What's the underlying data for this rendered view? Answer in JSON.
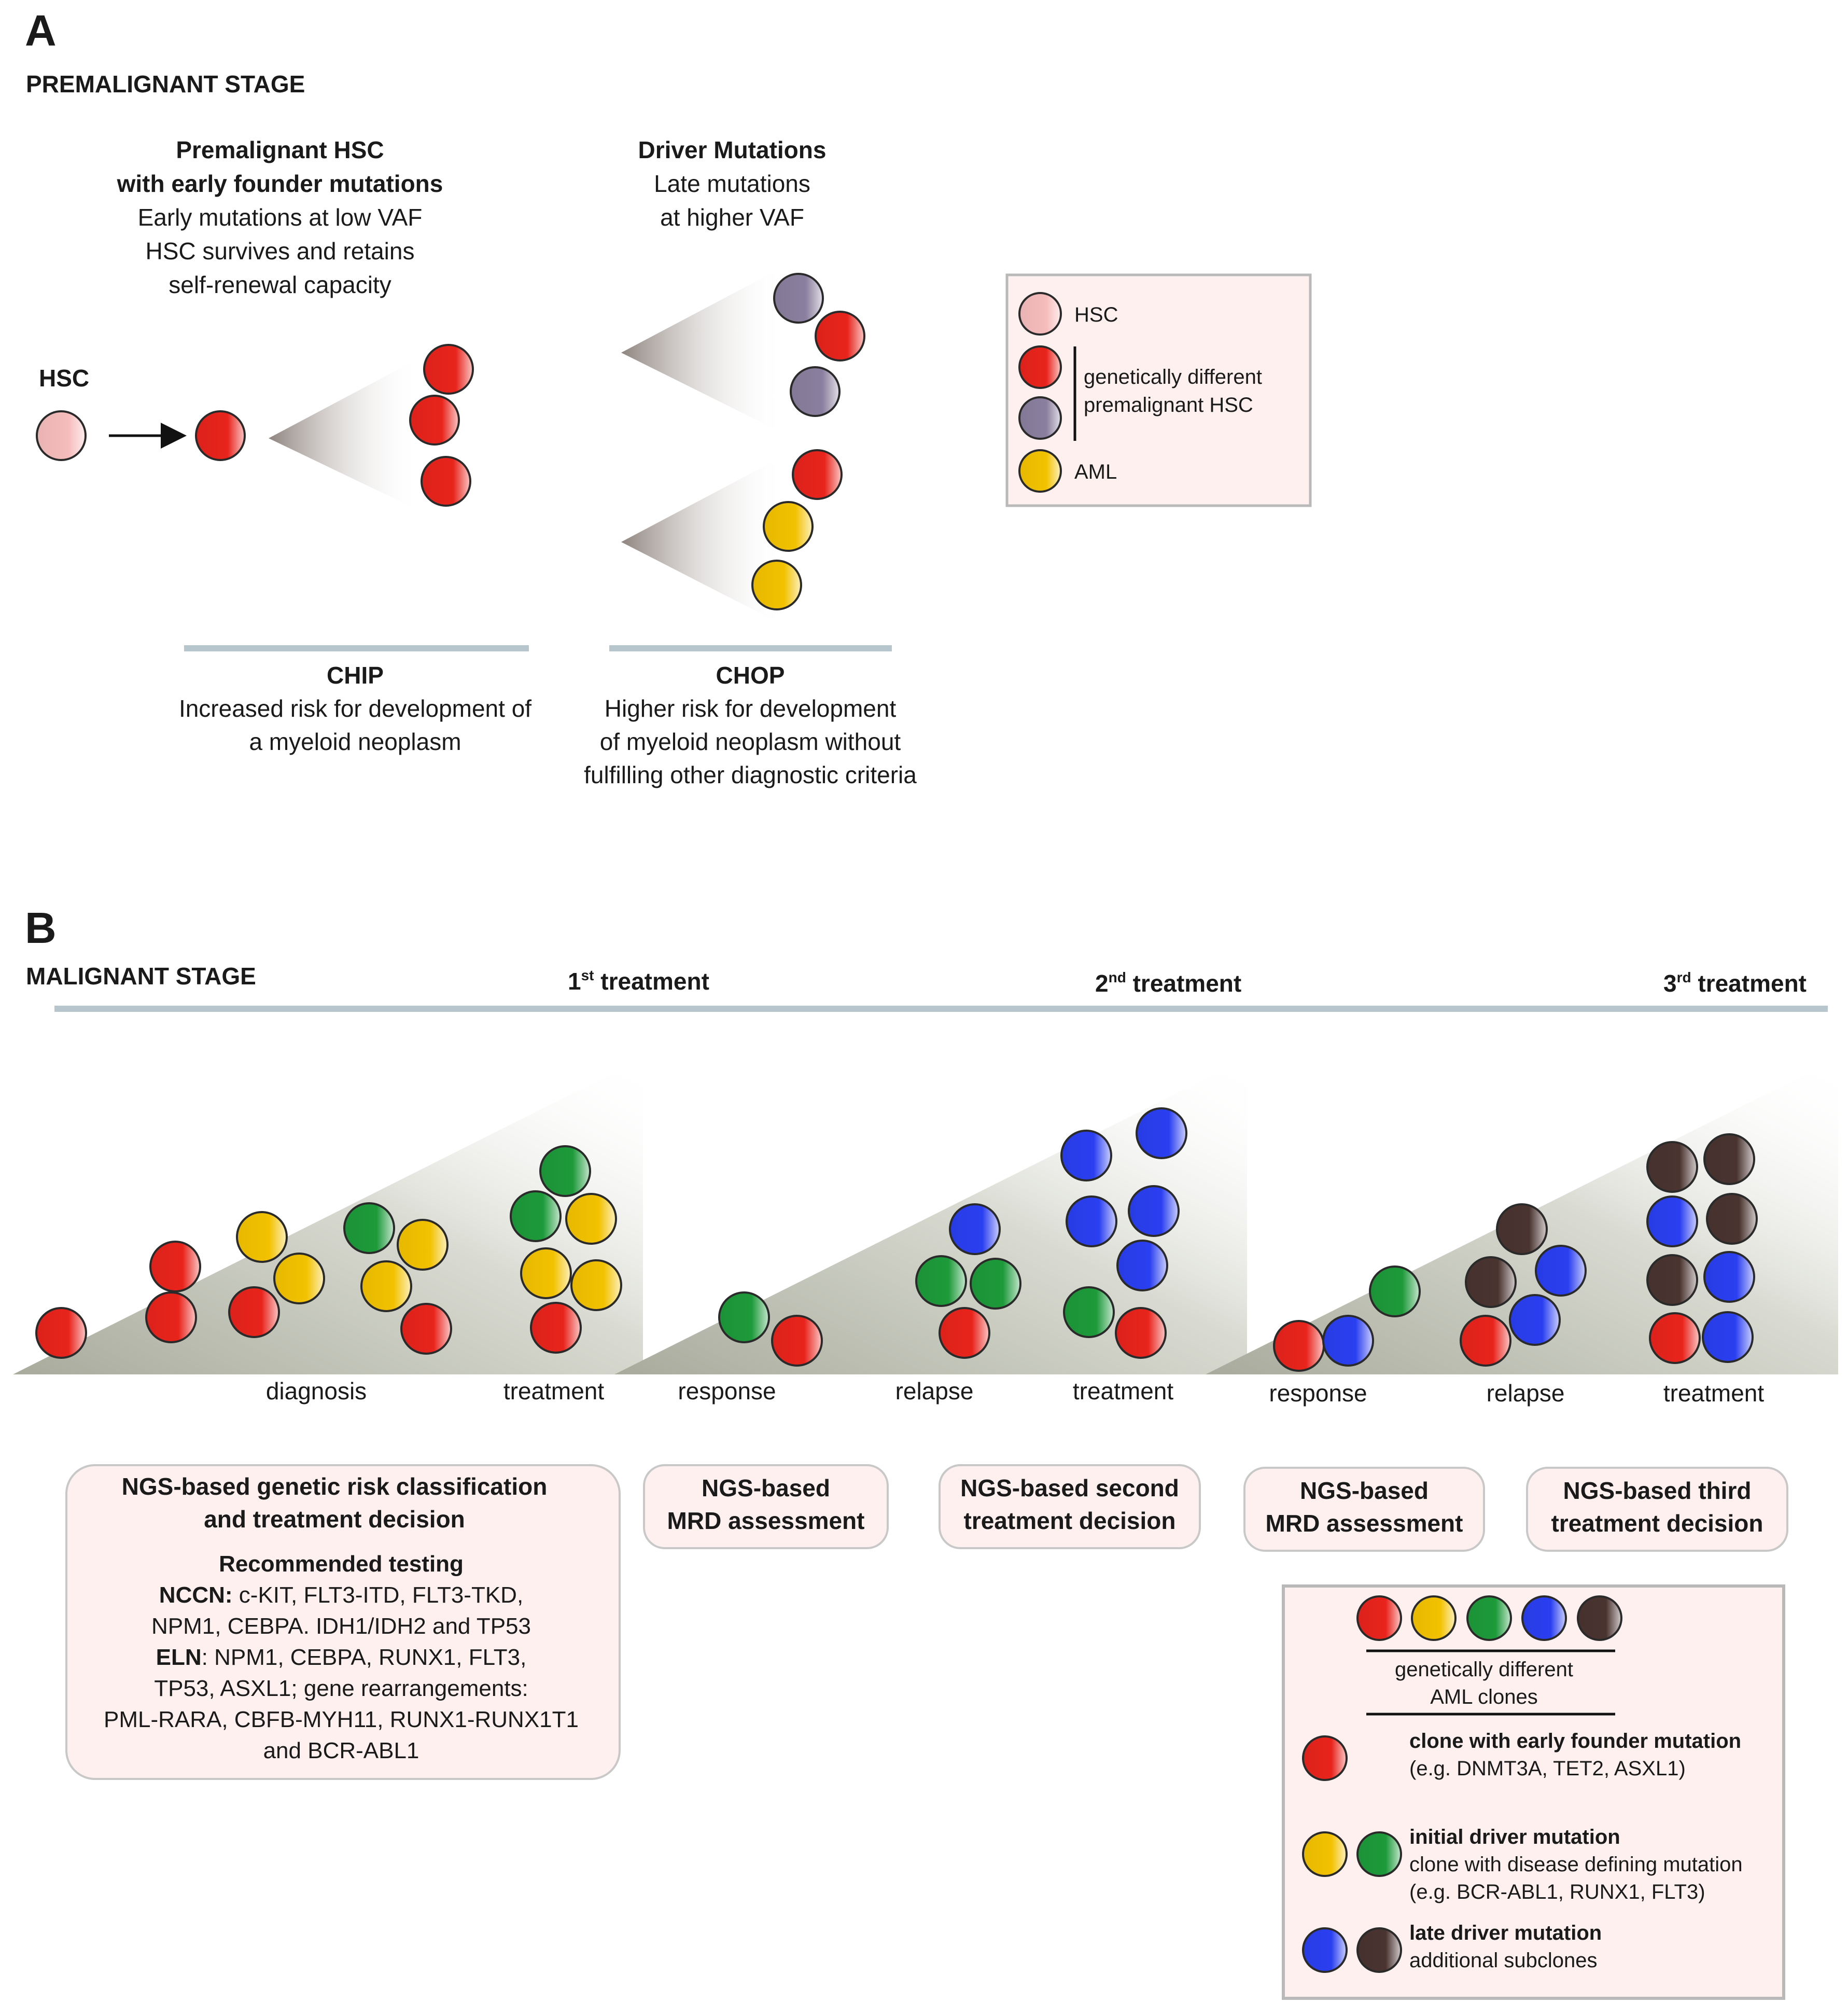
{
  "colors": {
    "hsc": "#f6bcbc",
    "red": "#e8241c",
    "purple": "#8a7f9e",
    "yellow": "#f2c200",
    "green": "#1d9a3a",
    "blue": "#2a3ff0",
    "brown": "#4a3430",
    "box_fill": "#fdf0ee",
    "box_stroke": "#b9b9b9",
    "rule": "#b7c6cc"
  },
  "panel_a": {
    "letter": "A",
    "stage": "PREMALIGNANT STAGE",
    "hsc_label": "HSC",
    "founder": {
      "title1": "Premalignant HSC",
      "title2": "with early founder mutations",
      "line1": "Early mutations at low VAF",
      "line2": "HSC survives and retains",
      "line3": "self-renewal capacity"
    },
    "driver": {
      "title": "Driver Mutations",
      "line1": "Late mutations",
      "line2": "at higher VAF"
    },
    "chip": {
      "title": "CHIP",
      "line1": "Increased risk for development of",
      "line2": "a myeloid neoplasm"
    },
    "chop": {
      "title": "CHOP",
      "line1": "Higher risk for development",
      "line2": "of myeloid neoplasm without",
      "line3": "fulfilling other diagnostic criteria"
    },
    "legend": {
      "hsc": "HSC",
      "premalignant1": "genetically different",
      "premalignant2": "premalignant HSC",
      "aml": "AML"
    }
  },
  "panel_b": {
    "letter": "B",
    "stage": "MALIGNANT STAGE",
    "treatments": [
      {
        "ordinal": "1",
        "sup": "st",
        "word": " treatment"
      },
      {
        "ordinal": "2",
        "sup": "nd",
        "word": " treatment"
      },
      {
        "ordinal": "3",
        "sup": "rd",
        "word": " treatment"
      }
    ],
    "phase_labels": [
      "diagnosis",
      "treatment",
      "response",
      "relapse",
      "treatment",
      "response",
      "relapse",
      "treatment"
    ],
    "box1": {
      "title1": "NGS-based genetic risk classification",
      "title2": "and treatment decision",
      "subtitle": "Recommended testing",
      "nccn_label": "NCCN:",
      "nccn_line1": " c-KIT, FLT3-ITD, FLT3-TKD,",
      "nccn_line2": "NPM1, CEBPA. IDH1/IDH2 and TP53",
      "eln_label": "ELN",
      "eln_line1": ": NPM1, CEBPA, RUNX1, FLT3,",
      "eln_line2": "TP53,  ASXL1; gene rearrangements:",
      "eln_line3": "PML-RARA, CBFB-MYH11, RUNX1-RUNX1T1",
      "eln_line4": "and BCR-ABL1"
    },
    "box2": {
      "line1": "NGS-based",
      "line2": "MRD assessment"
    },
    "box3": {
      "line1": "NGS-based second",
      "line2": "treatment decision"
    },
    "box4": {
      "line1": "NGS-based",
      "line2": "MRD assessment"
    },
    "box5": {
      "line1": "NGS-based third",
      "line2": "treatment decision"
    },
    "legend": {
      "clones1": "genetically different",
      "clones2": "AML clones",
      "founder_title": "clone with early founder mutation",
      "founder_desc": "(e.g. DNMT3A, TET2, ASXL1)",
      "initial_title": "initial driver mutation",
      "initial_desc1": "clone with disease defining mutation",
      "initial_desc2": "(e.g. BCR-ABL1, RUNX1, FLT3)",
      "late_title": "late driver mutation",
      "late_desc": "additional subclones"
    }
  }
}
